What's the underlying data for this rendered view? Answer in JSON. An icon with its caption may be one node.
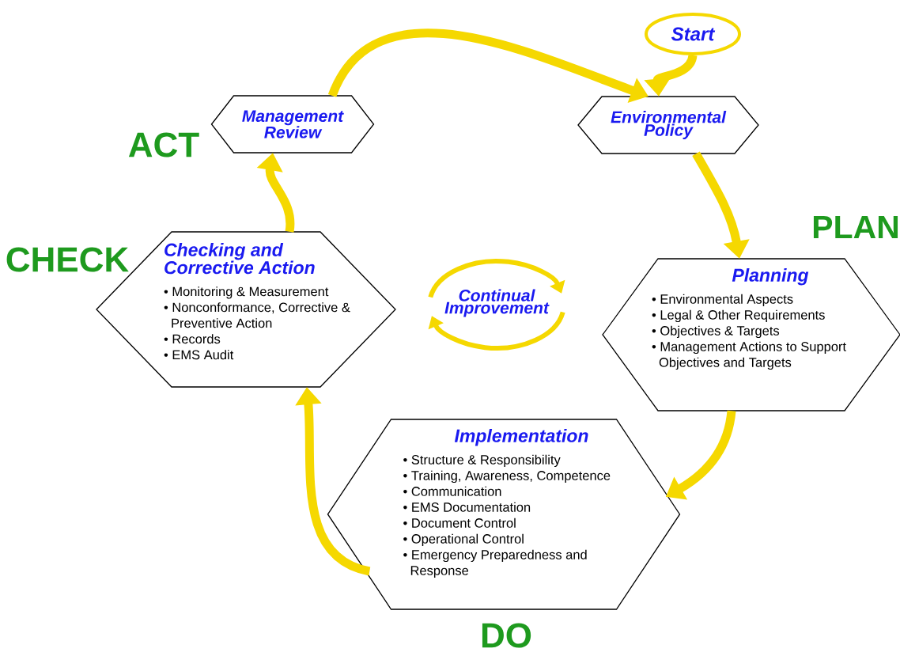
{
  "diagram": {
    "nodes": [
      {
        "text": [
          "Start"
        ]
      },
      {
        "text": [
          "Environmental Policy"
        ]
      },
      {
        "text": [
          "Planning",
          "• Environmental Aspects",
          "• Legal & Other Requirements",
          "• Objectives & Targets",
          "• Management Actions to Support Objectives and Targets"
        ]
      },
      {
        "text": [
          "Implementation",
          "• Structure & Responsibility",
          "• Training, Awareness, Competence",
          "• Communication",
          "• EMS Documentation",
          "• Document Control",
          "• Operational Control",
          "• Emergency Preparedness and Response"
        ]
      },
      {
        "text": [
          "Checking and Corrective Action",
          "• Monitoring & Measurement",
          "• Nonconformance, Corrective & Preventive Action",
          "• Records",
          "• EMS Audit"
        ]
      },
      {
        "text": [
          "Management Review"
        ]
      }
    ],
    "edges": [
      {
        "from": 0,
        "to": 1,
        "arrow": "to"
      },
      {
        "from": 5,
        "to": 1,
        "arrow": "to"
      },
      {
        "from": 1,
        "to": 2,
        "arrow": "to"
      },
      {
        "from": 2,
        "to": 3,
        "arrow": "to"
      },
      {
        "from": 3,
        "to": 4,
        "arrow": "to"
      },
      {
        "from": 4,
        "to": 5,
        "arrow": "to"
      }
    ],
    "labels": [
      "ACT",
      "PLAN",
      "CHECK",
      "Continual Improvement",
      "DO"
    ]
  }
}
